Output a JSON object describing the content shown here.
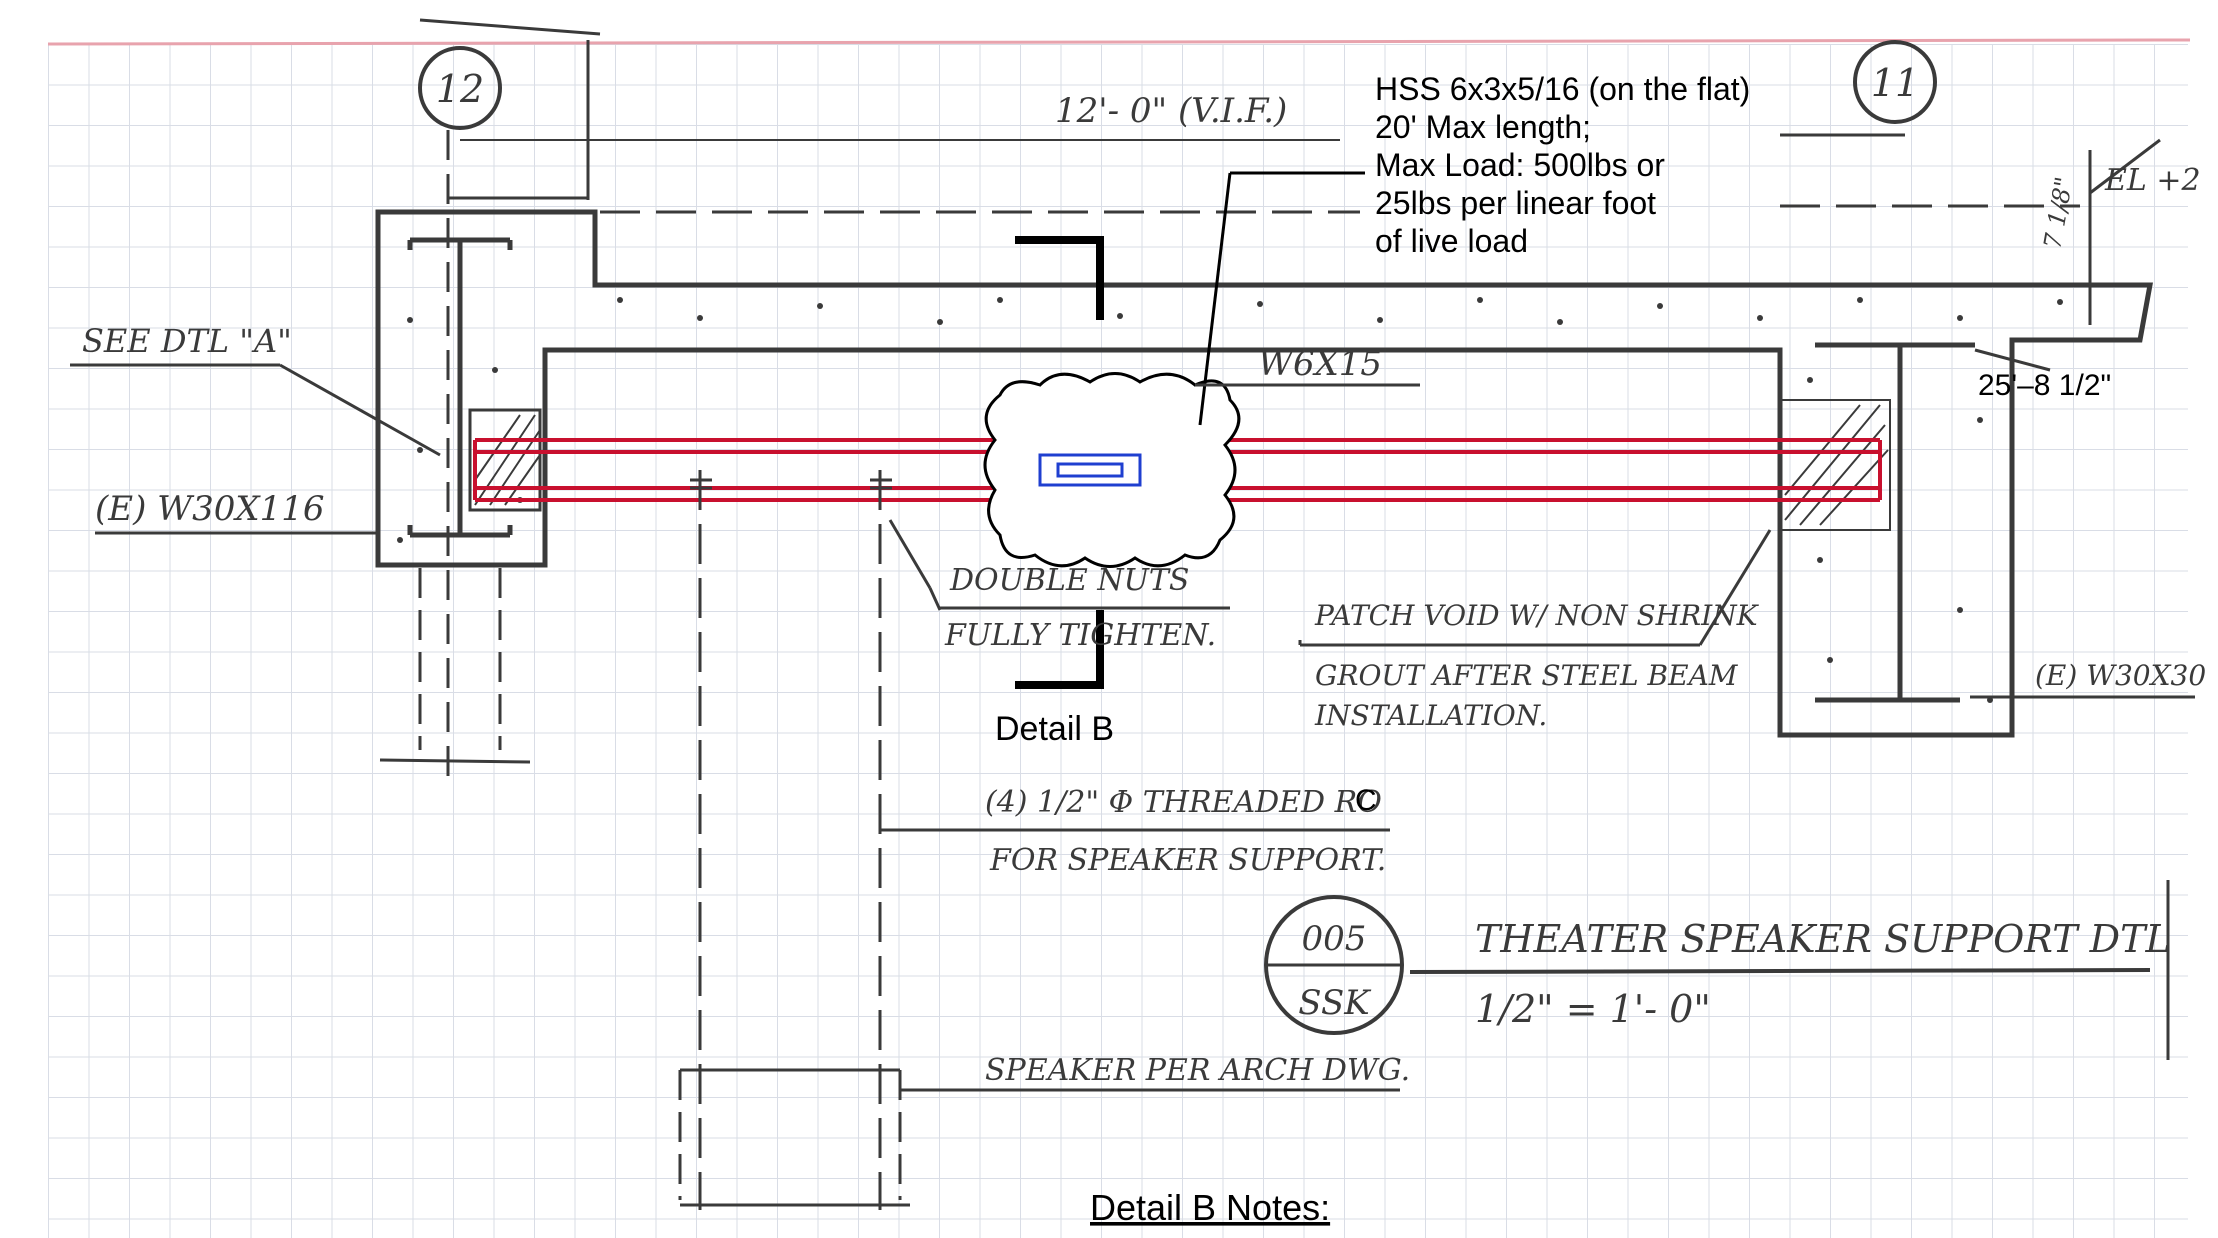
{
  "gridlines": {
    "numbers": [
      "12",
      "11"
    ]
  },
  "dimensions": {
    "span": "12'- 0\" (V.I.F.)",
    "elevation": "EL +2",
    "slab_thickness": "7 1/8\"",
    "right_dim": "25'–8 1/2\""
  },
  "callouts": {
    "hss": [
      "HSS 6x3x5/16 (on the flat)",
      "20' Max length;",
      "Max Load: 500lbs or",
      "25lbs per linear foot",
      "of live load"
    ],
    "w6": "W6X15",
    "see_dtl": "SEE DTL \"A\"",
    "w30_left": "(E) W30X116",
    "w30_right": "(E) W30X30",
    "double_nuts": [
      "DOUBLE NUTS",
      "FULLY TIGHTEN."
    ],
    "patch": [
      "PATCH VOID W/ NON SHRINK",
      "GROUT AFTER STEEL BEAM",
      "INSTALLATION."
    ],
    "detail_b": "Detail B",
    "threaded_rod": [
      "(4) 1/2\" Φ THREADED RO",
      "C",
      "FOR SPEAKER SUPPORT."
    ],
    "speaker": "SPEAKER PER ARCH DWG.",
    "detail_b_notes": "Detail B Notes:"
  },
  "title_block": {
    "number": "005",
    "sheet": "SSK",
    "title": "THEATER SPEAKER SUPPORT DTL",
    "scale": "1/2\" = 1'- 0\""
  },
  "colors": {
    "ink": "#3a3a3a",
    "red": "#c8102e",
    "blue": "#1f3fd0",
    "grid": "#d9dde6"
  }
}
